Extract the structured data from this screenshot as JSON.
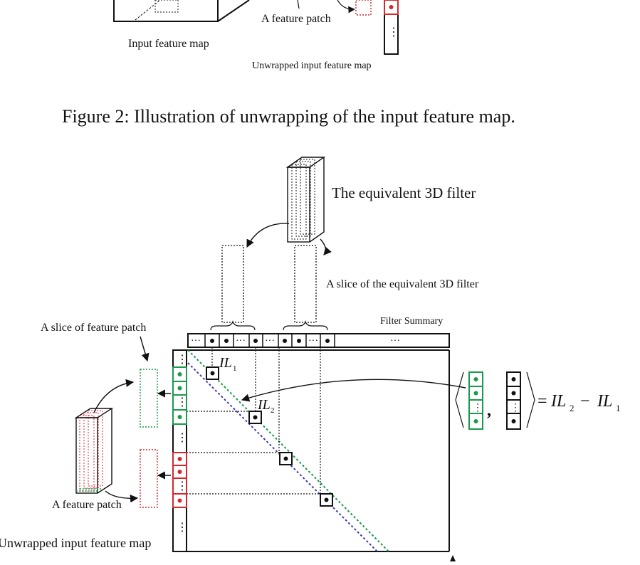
{
  "top_fragment": {
    "input_feature_map_label": "Input feature map",
    "feature_patch_label": "A feature patch",
    "unwrapped_label": "Unwrapped input feature map"
  },
  "figure2_caption": "Figure 2: Illustration of unwrapping of the input feature map.",
  "diagram": {
    "equivalent_filter_label": "The equivalent 3D filter",
    "filter_slice_label": "A slice of the equivalent 3D filter",
    "filter_summary_label": "Filter Summary",
    "feature_patch_slice_label": "A slice of feature patch",
    "feature_patch_label": "A feature patch",
    "unwrapped_label": "Unwrapped input feature map",
    "il1_label": "IL",
    "il1_sub": "1",
    "il2_label": "IL",
    "il2_sub": "2",
    "ellipsis": "⋮",
    "h_ellipsis": "···",
    "equation": {
      "equals": "=",
      "lhs_il": "IL",
      "lhs_sub": "2",
      "minus": "−",
      "rhs_il": "IL",
      "rhs_sub": "1"
    }
  },
  "colors": {
    "green": "#1a9a4c",
    "red": "#d9262c",
    "blue": "#3a3ab0",
    "black": "#111111"
  }
}
